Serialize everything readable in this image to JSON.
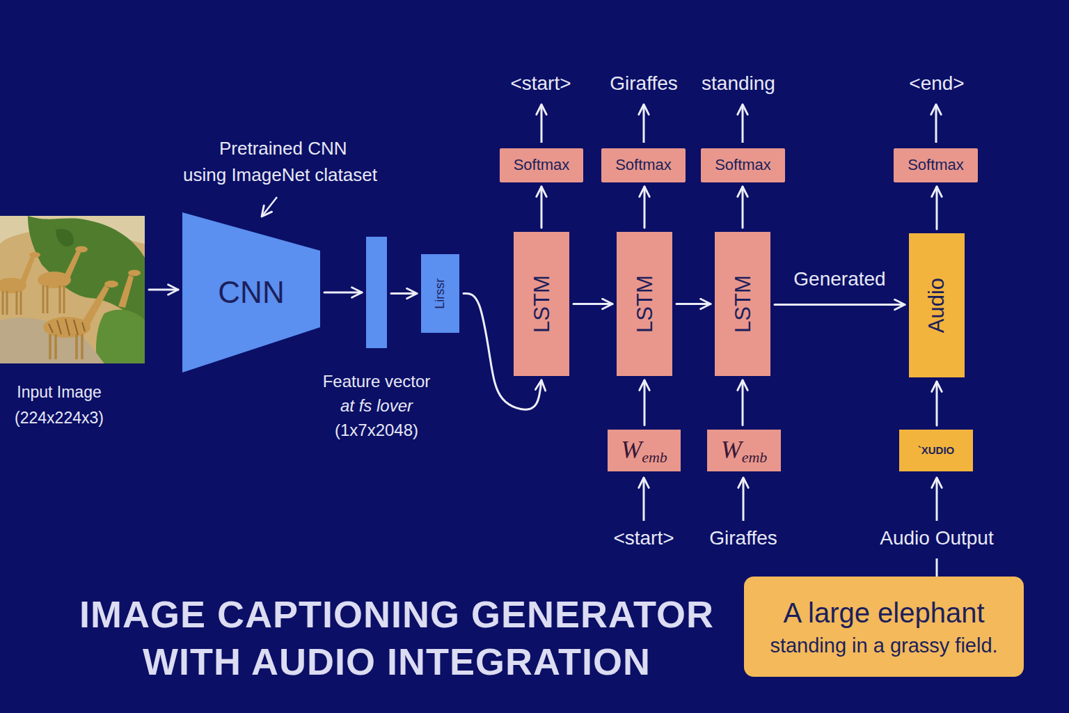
{
  "diagram": {
    "title": "IMAGE CAPTIONING GENERATOR WITH AUDIO INTEGRATION",
    "nodes": [
      {
        "text": [
          "Input Image (224x224x3)"
        ]
      },
      {
        "text": [
          "CNN"
        ]
      },
      {
        "text": [
          "Feature vector",
          "at fs lover",
          "(1x7x2048)"
        ]
      },
      {
        "text": [
          "Lirssr"
        ]
      },
      {
        "text": [
          "Softmax"
        ]
      },
      {
        "text": [
          "Softmax"
        ]
      },
      {
        "text": [
          "Softmax"
        ]
      },
      {
        "text": [
          "Softmax"
        ]
      },
      {
        "text": [
          "LSTM"
        ]
      },
      {
        "text": [
          "LSTM"
        ]
      },
      {
        "text": [
          "LSTM"
        ]
      },
      {
        "text": [
          "Audio"
        ]
      },
      {
        "text": [
          "W",
          "emb"
        ]
      },
      {
        "text": [
          "W",
          "emb"
        ]
      },
      {
        "text": [
          "`XUDIO"
        ]
      },
      {
        "text": [
          "A large elephant",
          "standing in a grassy field."
        ]
      }
    ],
    "edges": [
      {
        "from": 0,
        "to": 1,
        "arrow": "to"
      },
      {
        "from": 1,
        "to": 2,
        "arrow": "to"
      },
      {
        "from": 2,
        "to": 3,
        "arrow": "to"
      },
      {
        "from": 3,
        "to": 8,
        "arrow": "to"
      },
      {
        "from": 8,
        "to": 4,
        "arrow": "to"
      },
      {
        "from": 8,
        "to": 9,
        "arrow": "to"
      },
      {
        "from": 9,
        "to": 5,
        "arrow": "to"
      },
      {
        "from": 9,
        "to": 10,
        "arrow": "to"
      },
      {
        "from": 10,
        "to": 6,
        "arrow": "to"
      },
      {
        "from": 10,
        "to": 11,
        "label": "Generated",
        "arrow": "to"
      },
      {
        "from": 11,
        "to": 7,
        "arrow": "to"
      },
      {
        "from": 12,
        "to": 9,
        "arrow": "to"
      },
      {
        "from": 13,
        "to": 10,
        "arrow": "to"
      },
      {
        "from": 14,
        "to": 11,
        "arrow": "to"
      }
    ],
    "labels": [
      "Pretrained CNN using ImageNet clataset",
      "<start>",
      "Giraffes",
      "standing",
      "<end>",
      "<start>",
      "Giraffes",
      "Audio Output"
    ]
  }
}
